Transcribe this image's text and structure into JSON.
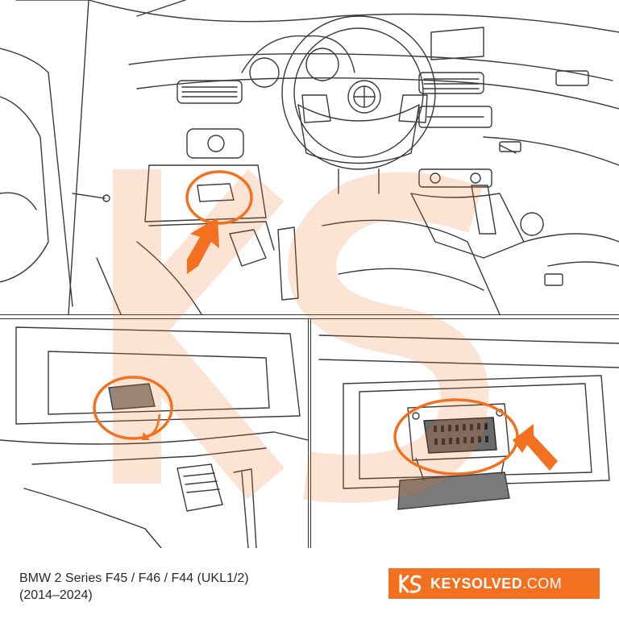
{
  "caption": {
    "line1": "BMW 2 Series F45 / F46 / F44 (UKL1/2)",
    "line2": "(2014–2024)"
  },
  "brand": {
    "name": "KEYSOLVED",
    "suffix": ".COM",
    "logo_icon": "ks-logo-icon"
  },
  "colors": {
    "accent": "#f2701f",
    "line": "#3a3a3a",
    "badge": "#f2701f",
    "watermark": "#f7a05a"
  },
  "icons": {
    "callout_ring": "orange-highlight-ring",
    "arrow": "orange-pointer-arrow"
  }
}
